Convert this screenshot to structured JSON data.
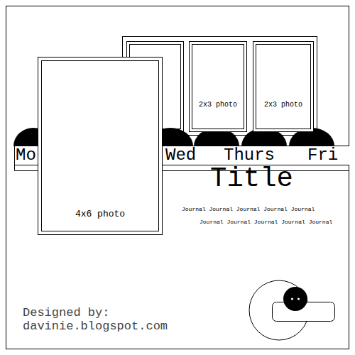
{
  "diagram": {
    "title": "Title",
    "nodes": [
      {
        "text": [
          "2x3 photo"
        ]
      },
      {
        "text": [
          "2x3 photo"
        ]
      },
      {
        "text": [
          "Mo",
          "Wed",
          "Thurs",
          "Fri"
        ]
      },
      {
        "text": [
          "4x6 photo"
        ]
      }
    ],
    "labels": [
      "Journal Journal Journal Journal Journal",
      "Journal Journal Journal Journal Journal",
      "Designed by:",
      "davinie.blogspot.com"
    ]
  }
}
